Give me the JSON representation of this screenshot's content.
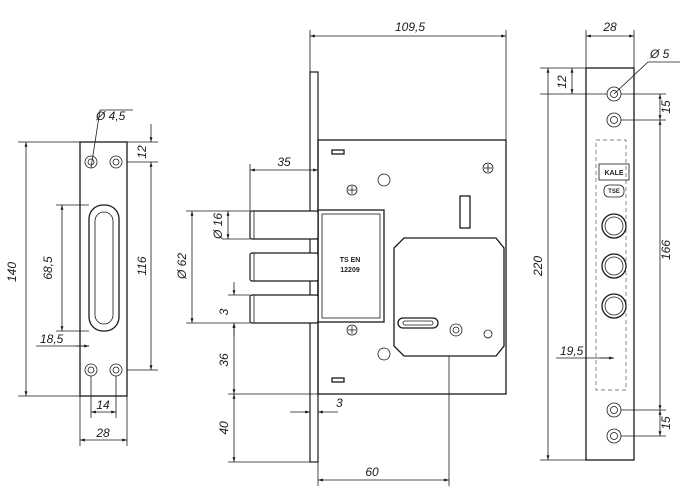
{
  "diagram": {
    "left_view": {
      "hole_diameter": "Ø 4,5",
      "dim_top_hole": "12",
      "dim_total_height": "140",
      "dim_slot_length": "68,5",
      "dim_hole_spacing": "116",
      "dim_slot_bottom": "18,5",
      "dim_hole_offset": "14",
      "dim_width": "28"
    },
    "center_view": {
      "dim_body_width": "109,5",
      "dim_bolt_extension": "35",
      "dim_bolt_diameter": "Ø 16",
      "dim_bolt_span": "Ø 62",
      "dim_bolt_gap": "3",
      "dim_lower_36": "36",
      "dim_lower_40": "40",
      "dim_faceplate_thickness": "3",
      "dim_backset": "60",
      "stamp_line1": "TS EN",
      "stamp_line2": "12209"
    },
    "right_view": {
      "dim_width": "28",
      "hole_diameter": "Ø 5",
      "dim_top_offset": "12",
      "dim_top_spacing": "15",
      "dim_total_height": "220",
      "dim_mid_height": "166",
      "dim_side_offset": "19,5",
      "dim_bottom_spacing": "15",
      "brand": "KALE",
      "badge": "TSE"
    }
  }
}
